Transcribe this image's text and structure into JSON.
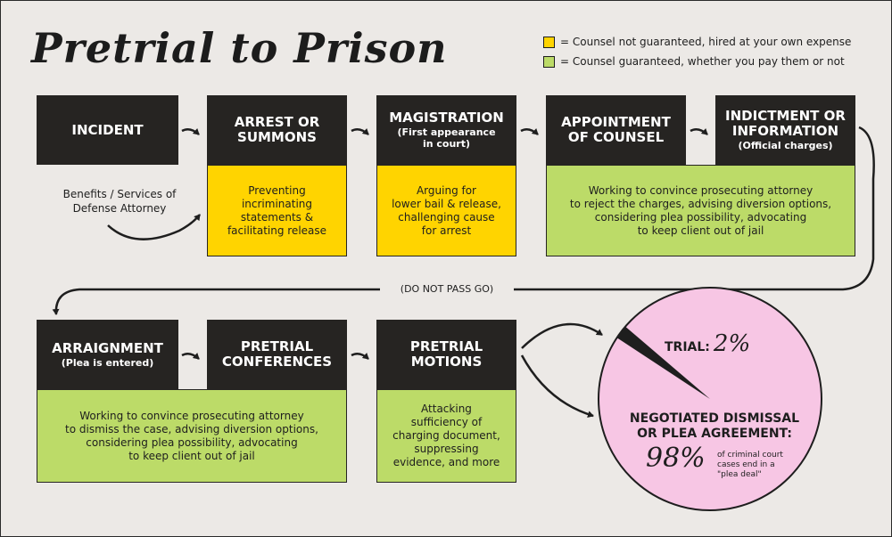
{
  "title": "Pretrial to Prison",
  "legend": [
    {
      "color": "#ffd400",
      "text": "= Counsel not guaranteed, hired at your own expense"
    },
    {
      "color": "#bcdb68",
      "text": "= Counsel guaranteed, whether you pay them or not"
    }
  ],
  "steps": {
    "incident": {
      "main": "INCIDENT",
      "sub": ""
    },
    "arrest": {
      "main": "ARREST OR\nSUMMONS",
      "sub": ""
    },
    "magistration": {
      "main": "MAGISTRATION",
      "sub": "(First appearance\nin court)"
    },
    "appointment": {
      "main": "APPOINTMENT\nOF COUNSEL",
      "sub": ""
    },
    "indictment": {
      "main": "INDICTMENT OR\nINFORMATION",
      "sub": "(Official charges)"
    },
    "arraignment": {
      "main": "ARRAIGNMENT",
      "sub": "(Plea is entered)"
    },
    "conferences": {
      "main": "PRETRIAL\nCONFERENCES",
      "sub": ""
    },
    "motions": {
      "main": "PRETRIAL\nMOTIONS",
      "sub": ""
    }
  },
  "panels": {
    "arrest": "Preventing\nincriminating\nstatements &\nfacilitating release",
    "magistration": "Arguing for\nlower bail & release,\nchallenging cause\nfor arrest",
    "indictment": "Working to convince prosecuting attorney\nto reject the charges, advising diversion options,\nconsidering plea possibility, advocating\nto keep client out of jail",
    "arraignment": "Working to convince prosecuting attorney\nto dismiss the case, advising diversion options,\nconsidering plea possibility, advocating\nto keep client out of jail",
    "motions": "Attacking\nsufficiency of\ncharging document,\nsuppressing\nevidence, and more"
  },
  "benefits_note": "Benefits / Services of\nDefense Attorney",
  "do_not_pass_go": "(DO NOT PASS GO)",
  "outcome": {
    "trial_label": "TRIAL:",
    "trial_value": "2%",
    "plea_label": "NEGOTIATED DISMISSAL\nOR PLEA AGREEMENT:",
    "plea_value": "98%",
    "plea_note": "of criminal court\ncases end in a\n\"plea deal\"",
    "trial_share": 0.02,
    "pie_color": "#f7c6e4"
  }
}
